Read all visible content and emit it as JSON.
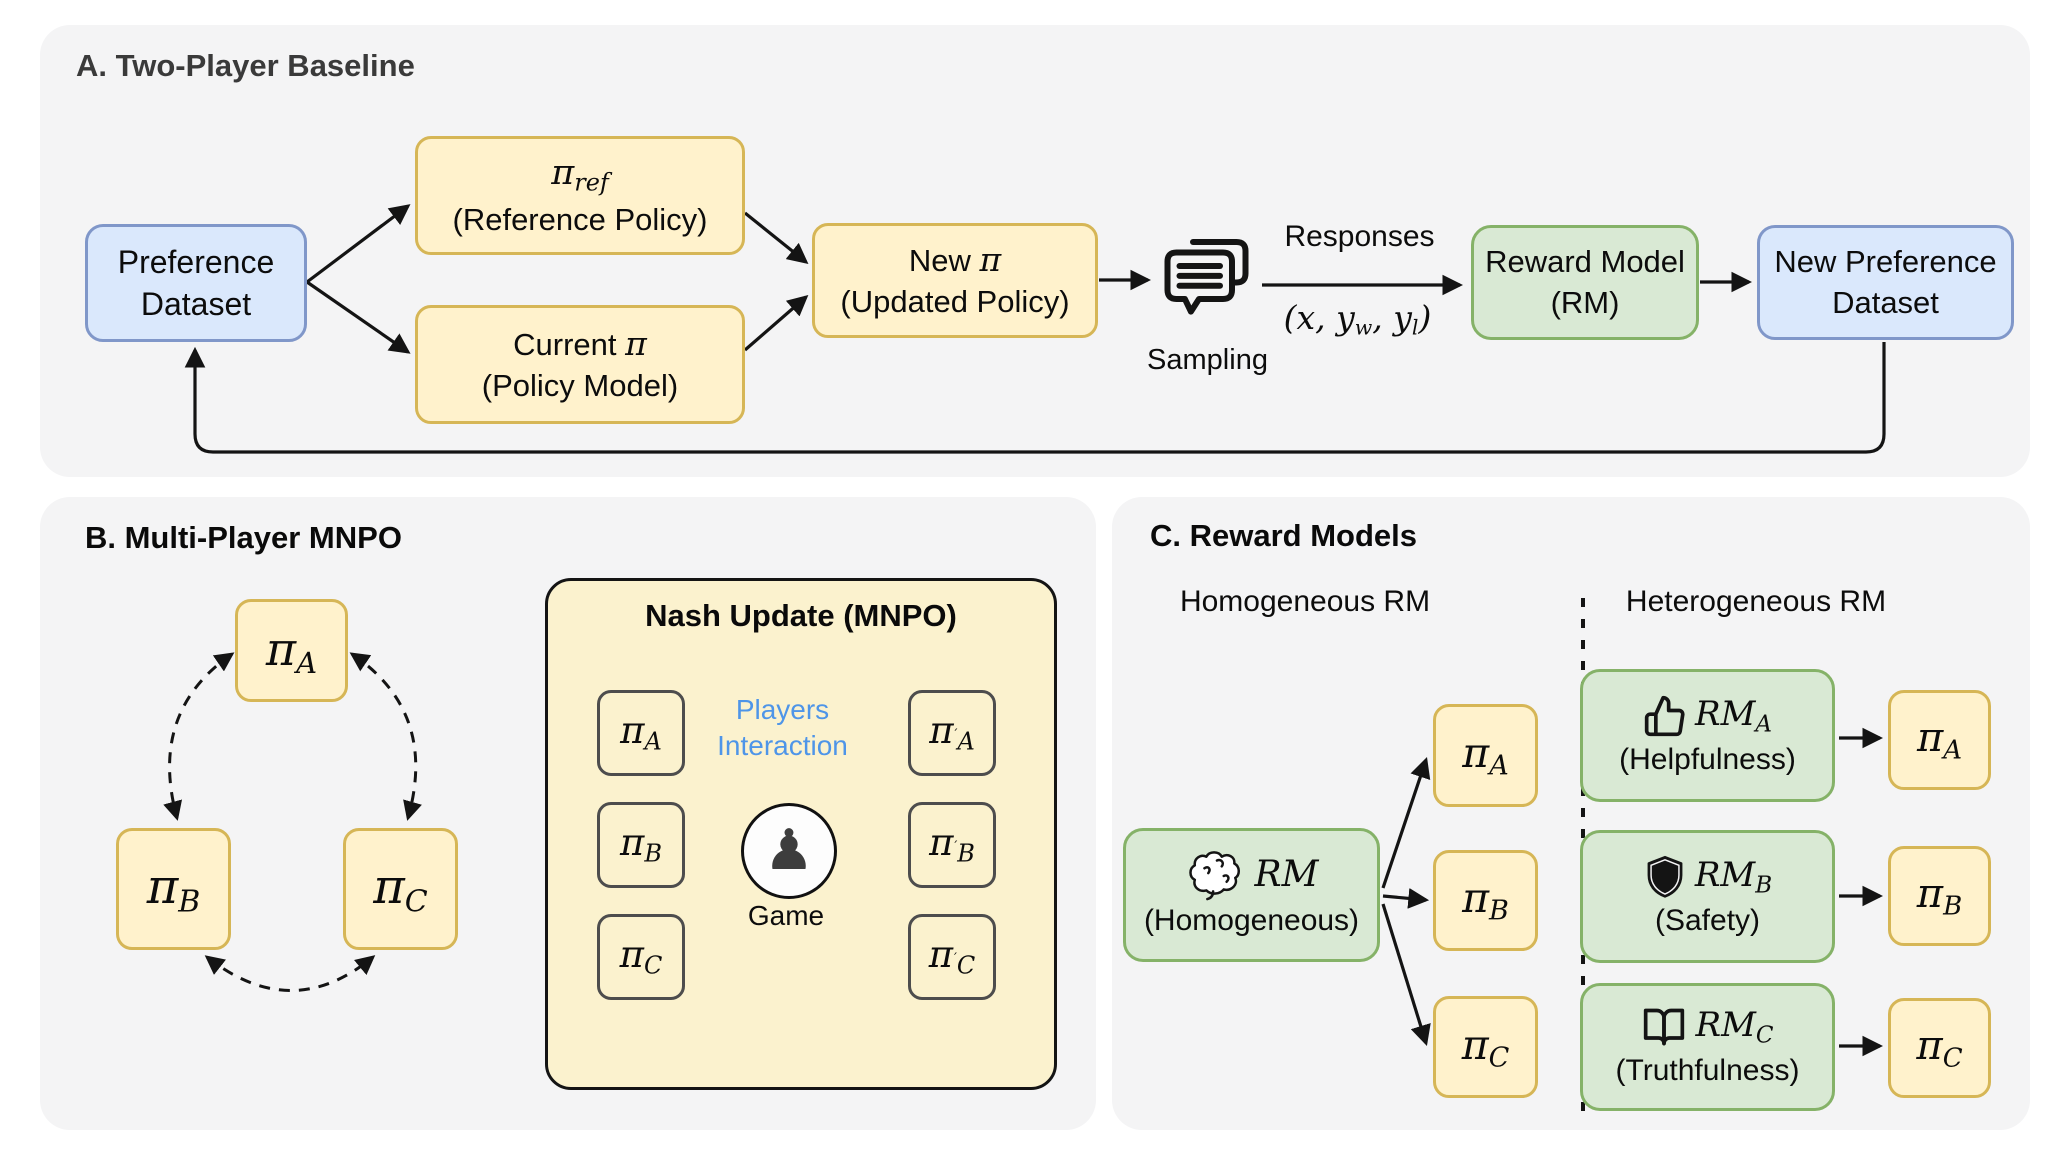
{
  "panelA": {
    "title": "A. Two-Player Baseline",
    "preference_dataset": {
      "line1": "Preference",
      "line2": "Dataset"
    },
    "reference_policy": {
      "pi": "π",
      "sub": "ref",
      "line2": "(Reference Policy)"
    },
    "current_policy": {
      "prefix": "Current ",
      "pi": "π",
      "line2": "(Policy Model)"
    },
    "new_policy": {
      "prefix": "New ",
      "pi": "π",
      "line2": "(Updated Policy)"
    },
    "sampling_label": "Sampling",
    "responses_label": "Responses",
    "tuple": {
      "p1": "(x, y",
      "sub1": "w",
      "p2": ", y",
      "sub2": "l",
      "p3": ")"
    },
    "reward_model": {
      "line1": "Reward Model",
      "line2": "(RM)"
    },
    "new_preference_dataset": {
      "line1": "New Preference",
      "line2": "Dataset"
    }
  },
  "panelB": {
    "title": "B. Multi-Player MNPO",
    "cycle": {
      "a": {
        "pi": "π",
        "sub": "A"
      },
      "b": {
        "pi": "π",
        "sub": "B"
      },
      "c": {
        "pi": "π",
        "sub": "C"
      }
    },
    "nash": {
      "title": "Nash Update (MNPO)",
      "players": [
        {
          "pi": "π",
          "sub": "A"
        },
        {
          "pi": "π",
          "sub": "B"
        },
        {
          "pi": "π",
          "sub": "C"
        }
      ],
      "updated": [
        {
          "pi": "π",
          "prime": "′",
          "sub": "A"
        },
        {
          "pi": "π",
          "prime": "′",
          "sub": "B"
        },
        {
          "pi": "π",
          "prime": "′",
          "sub": "C"
        }
      ],
      "interaction_line1": "Players",
      "interaction_line2": "Interaction",
      "game_label": "Game",
      "pawn_glyph": "♟"
    }
  },
  "panelC": {
    "title": "C. Reward Models",
    "homogeneous_header": "Homogeneous RM",
    "heterogeneous_header": "Heterogeneous RM",
    "homogeneous_rm": {
      "rm": "RM",
      "line2": "(Homogeneous)",
      "icon": "brain-icon"
    },
    "homo_policies": [
      {
        "pi": "π",
        "sub": "A"
      },
      {
        "pi": "π",
        "sub": "B"
      },
      {
        "pi": "π",
        "sub": "C"
      }
    ],
    "hetero_rms": [
      {
        "rm": "RM",
        "sub": "A",
        "line2": "(Helpfulness)",
        "icon": "thumbs-up-icon"
      },
      {
        "rm": "RM",
        "sub": "B",
        "line2": "(Safety)",
        "icon": "shield-icon"
      },
      {
        "rm": "RM",
        "sub": "C",
        "line2": "(Truthfulness)",
        "icon": "open-book-icon"
      }
    ],
    "hetero_policies": [
      {
        "pi": "π",
        "sub": "A"
      },
      {
        "pi": "π",
        "sub": "B"
      },
      {
        "pi": "π",
        "sub": "C"
      }
    ]
  },
  "colors": {
    "panel_bg": "#f4f4f5",
    "yellow_fill": "#fff2cc",
    "yellow_border": "#d6b656",
    "blue_fill": "#dae8fc",
    "blue_border": "#8097c9",
    "green_fill": "#d9e9d4",
    "green_border": "#85b268",
    "nash_fill": "#fbf2ce",
    "green_dash": "#2e7d43",
    "mauve_dash": "#8b6b74",
    "blue_arrow": "#2c6fad",
    "blue_text": "#4e95e8",
    "arrow": "#141414"
  }
}
